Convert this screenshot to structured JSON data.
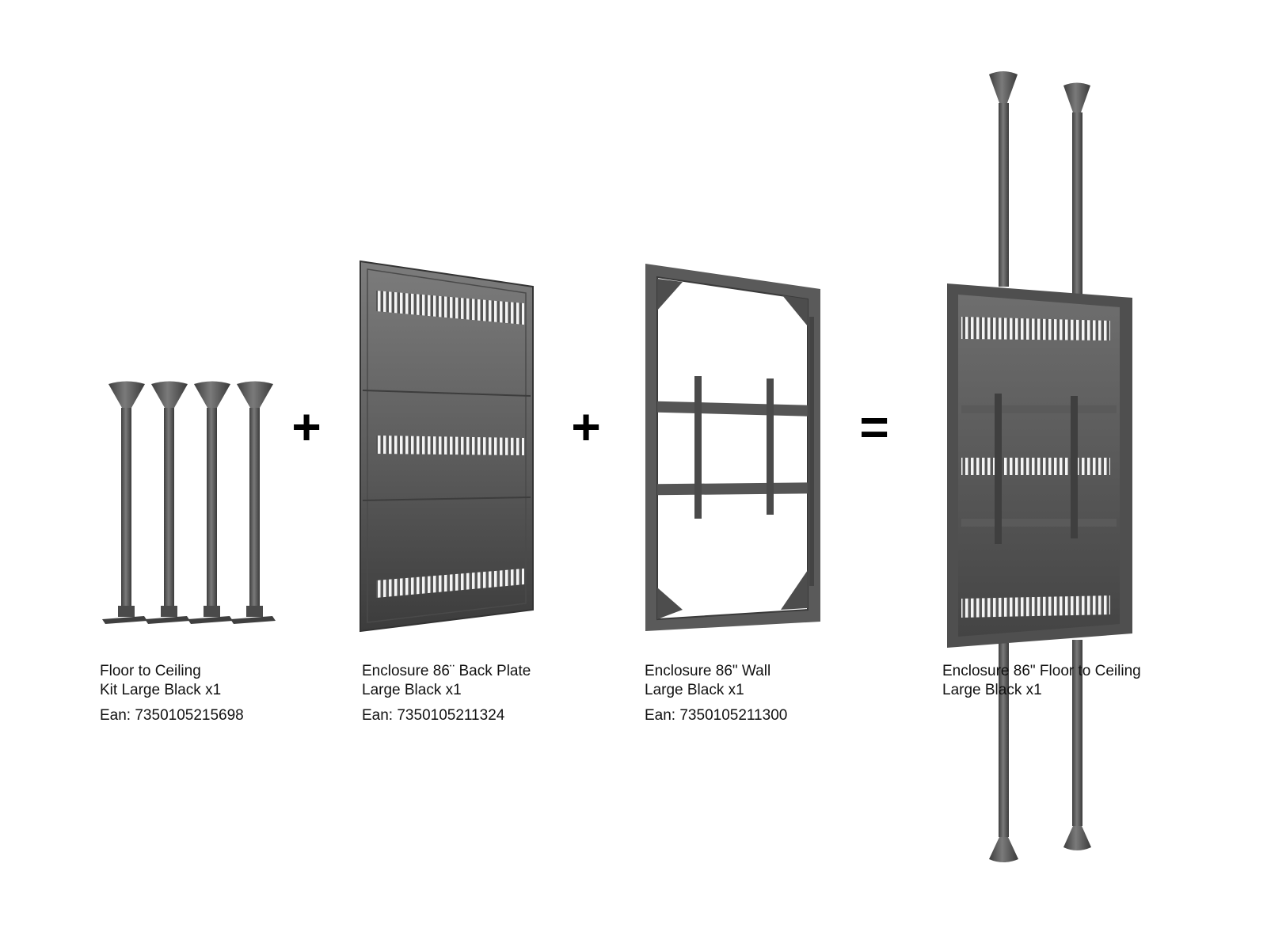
{
  "products": [
    {
      "name_line1": "Floor to Ceiling",
      "name_line2": "Kit Large Black x1",
      "ean": "Ean: 7350105215698",
      "image": "floor-to-ceiling-poles-image"
    },
    {
      "name_line1": "Enclosure 86¨ Back Plate",
      "name_line2": "Large Black x1",
      "ean": "Ean: 7350105211324",
      "image": "back-plate-image"
    },
    {
      "name_line1": "Enclosure 86\" Wall",
      "name_line2": "Large Black x1",
      "ean": "Ean: 7350105211300",
      "image": "wall-frame-image"
    },
    {
      "name_line1": "Enclosure 86\" Floor to Ceiling",
      "name_line2": "Large Black x1",
      "image": "assembled-enclosure-image"
    }
  ],
  "operators": [
    "+",
    "+",
    "="
  ],
  "colors": {
    "metal_dark": "#4a4a4a",
    "metal_mid": "#6b6b6b",
    "metal_light": "#8a8a8a",
    "text": "#111111"
  }
}
